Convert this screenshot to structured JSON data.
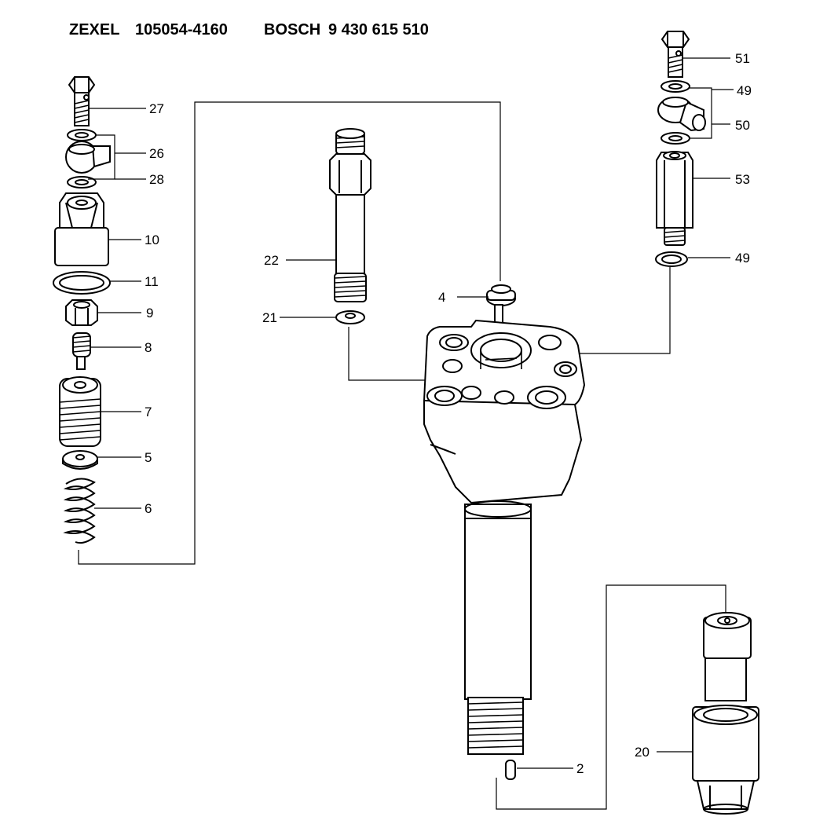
{
  "header": {
    "brand1": "ZEXEL",
    "part1": "105054-4160",
    "brand2": "BOSCH",
    "part2": "9 430 615 510"
  },
  "callouts": {
    "c27": "27",
    "c26": "26",
    "c28": "28",
    "c10": "10",
    "c11": "11",
    "c9": "9",
    "c8": "8",
    "c7": "7",
    "c5": "5",
    "c6": "6",
    "c22": "22",
    "c21": "21",
    "c4": "4",
    "c51": "51",
    "c49a": "49",
    "c50": "50",
    "c53": "53",
    "c49b": "49",
    "c2": "2",
    "c20": "20"
  }
}
